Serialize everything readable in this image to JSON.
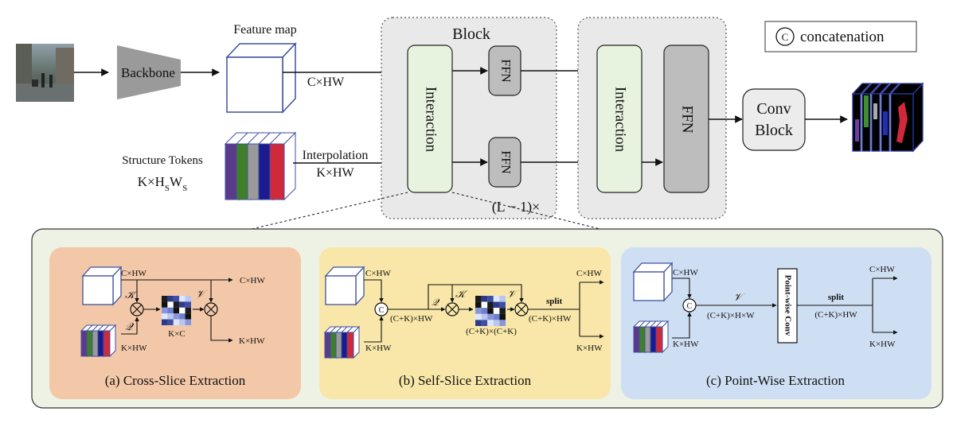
{
  "pipeline": {
    "backbone_label": "Backbone",
    "feature_map_label": "Feature map",
    "feature_dims": "C×HW",
    "structure_tokens_label": "Structure Tokens",
    "structure_dims_main": "K×H",
    "structure_dims_sub1": "S",
    "structure_dims_mid": "W",
    "structure_dims_sub2": "S",
    "interpolation_label": "Interpolation",
    "interpolation_dims": "K×HW",
    "block_title": "Block",
    "interaction_label": "Interaction",
    "ffn_label": "FFN",
    "repeat_label": "(L − 1)×",
    "conv_block_line1": "Conv",
    "conv_block_line2": "Block",
    "legend_symbol": "C",
    "legend_label": "concatenation"
  },
  "panels": {
    "cross_slice": {
      "title": "(a) Cross-Slice Extraction",
      "c_hw_in": "C×HW",
      "c_hw_out": "C×HW",
      "k_hw_in": "K×HW",
      "k_hw_out": "K×HW",
      "k_label": "𝒦",
      "q_label": "𝒬",
      "v_label": "𝒱",
      "matrix_dims": "K×C",
      "times": "⊗"
    },
    "self_slice": {
      "title": "(b) Self-Slice Extraction",
      "c_hw": "C×HW",
      "k_hw": "K×HW",
      "concat_symbol": "C",
      "ck_hw_1": "(C+K)×HW",
      "ck_hw_2": "(C+K)×HW",
      "matrix_dims": "(C+K)×(C+K)",
      "k_label": "𝒦",
      "q_label": "𝒬",
      "v_label": "𝒱",
      "split_label": "split",
      "out_c": "C×HW",
      "out_k": "K×HW",
      "times": "⊗"
    },
    "point_wise": {
      "title": "(c) Point-Wise Extraction",
      "c_hw": "C×HW",
      "k_hw": "K×HW",
      "concat_symbol": "C",
      "v_label": "𝒱",
      "ck_hw_w": "(C+K)×H×W",
      "conv_label": "Point-wise Conv",
      "split_label": "split",
      "ck_hw": "(C+K)×HW",
      "out_c": "C×HW",
      "out_k": "K×HW"
    }
  },
  "colors": {
    "block_bg": "#e9e9e9",
    "interaction_fill": "#e8f3df",
    "ffn_fill": "#bdbdbd",
    "conv_fill": "#ececec",
    "backbone_fill": "#9a9a9a",
    "outer_panel_bg": "#eef2e4",
    "panel_a_bg": "#f3c8a8",
    "panel_b_bg": "#f8e7a8",
    "panel_c_bg": "#cfdff3",
    "token_colors": [
      "#5b3a8c",
      "#3f7f2a",
      "#9a9a9a",
      "#1b1b8f",
      "#d02a3a"
    ],
    "cube_stroke": "#3f51a0"
  }
}
